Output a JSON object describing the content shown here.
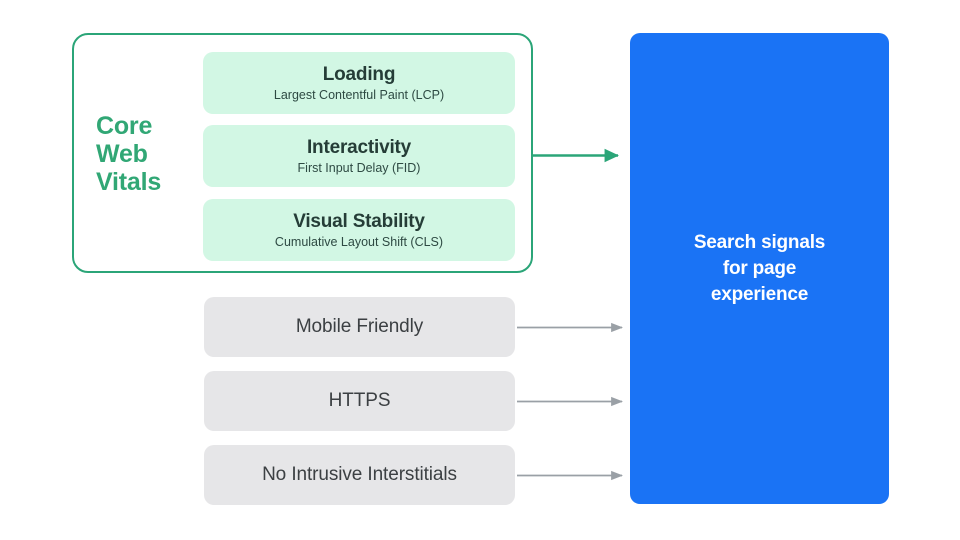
{
  "diagram": {
    "title": "Search signals for page experience",
    "background": "#ffffff",
    "colors": {
      "green_accent": "#31A775",
      "green_border": "#2BA578",
      "mint_fill": "#D2F7E4",
      "gray_fill": "#E6E6E8",
      "gray_arrow": "#9AA0A6",
      "blue_fill": "#1A73F5",
      "dark_text": "#253D37",
      "gray_text": "#3C4043",
      "white_text": "#FFFFFF"
    }
  },
  "core_web_vitals": {
    "group_label": [
      "Core",
      "Web",
      "Vitals"
    ],
    "group_label_text": "Core Web Vitals",
    "metrics": [
      {
        "title": "Loading",
        "subtitle": "Largest Contentful Paint (LCP)",
        "abbr": "LCP"
      },
      {
        "title": "Interactivity",
        "subtitle": "First Input Delay (FID)",
        "abbr": "FID"
      },
      {
        "title": "Visual Stability",
        "subtitle": "Cumulative Layout Shift (CLS)",
        "abbr": "CLS"
      }
    ]
  },
  "other_signals": [
    {
      "label": "Mobile Friendly"
    },
    {
      "label": "HTTPS"
    },
    {
      "label": "No Intrusive Interstitials"
    }
  ],
  "destination": {
    "label": "Search signals\nfor page\nexperience"
  },
  "connectors": [
    {
      "name": "core-web-vitals-arrow",
      "color": "#2BA578",
      "from": "core-web-vitals-group",
      "to": "destination-panel"
    },
    {
      "name": "mobile-friendly-arrow",
      "color": "#9AA0A6",
      "from": "signal-box-mobile-friendly",
      "to": "destination-panel"
    },
    {
      "name": "https-arrow",
      "color": "#9AA0A6",
      "from": "signal-box-https",
      "to": "destination-panel"
    },
    {
      "name": "interstitials-arrow",
      "color": "#9AA0A6",
      "from": "signal-box-no-intrusive-interstitials",
      "to": "destination-panel"
    }
  ]
}
